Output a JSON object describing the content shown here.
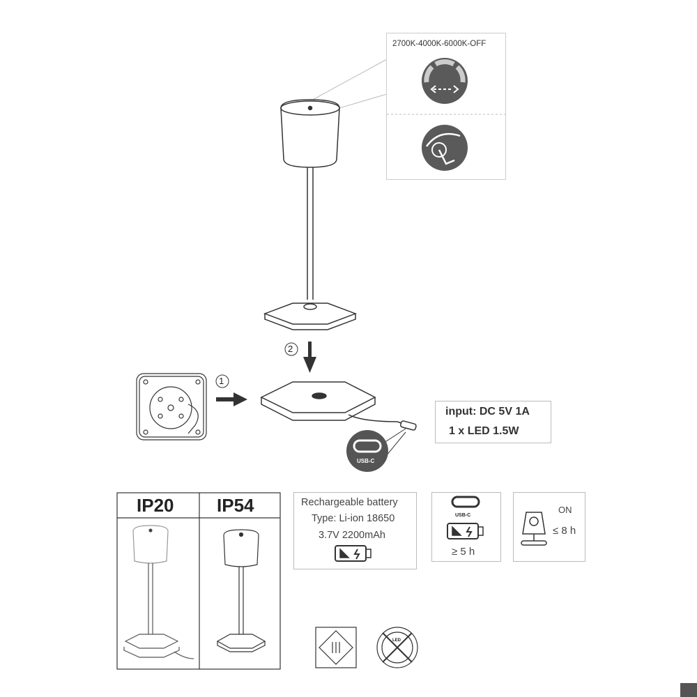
{
  "callout": {
    "color_modes": "2700K-4000K-6000K-OFF"
  },
  "steps": {
    "step1": "1",
    "step2": "2"
  },
  "specs": {
    "input": "input: DC 5V 1A",
    "led": "1 x LED 1.5W"
  },
  "usb_label": "USB-C",
  "ip": {
    "left": "IP20",
    "right": "IP54"
  },
  "battery": {
    "line1": "Rechargeable battery",
    "line2": "Type: Li-ion 18650",
    "line3": "3.7V 2200mAh"
  },
  "charge": {
    "usb_label": "USB-C",
    "time": "≥ 5 h"
  },
  "runtime": {
    "state": "ON",
    "time": "≤ 8 h"
  },
  "icons": {
    "led_label": "LED"
  },
  "colors": {
    "icon_fill": "#5a5a5a",
    "line": "#333333",
    "border": "#bbbbbb"
  }
}
